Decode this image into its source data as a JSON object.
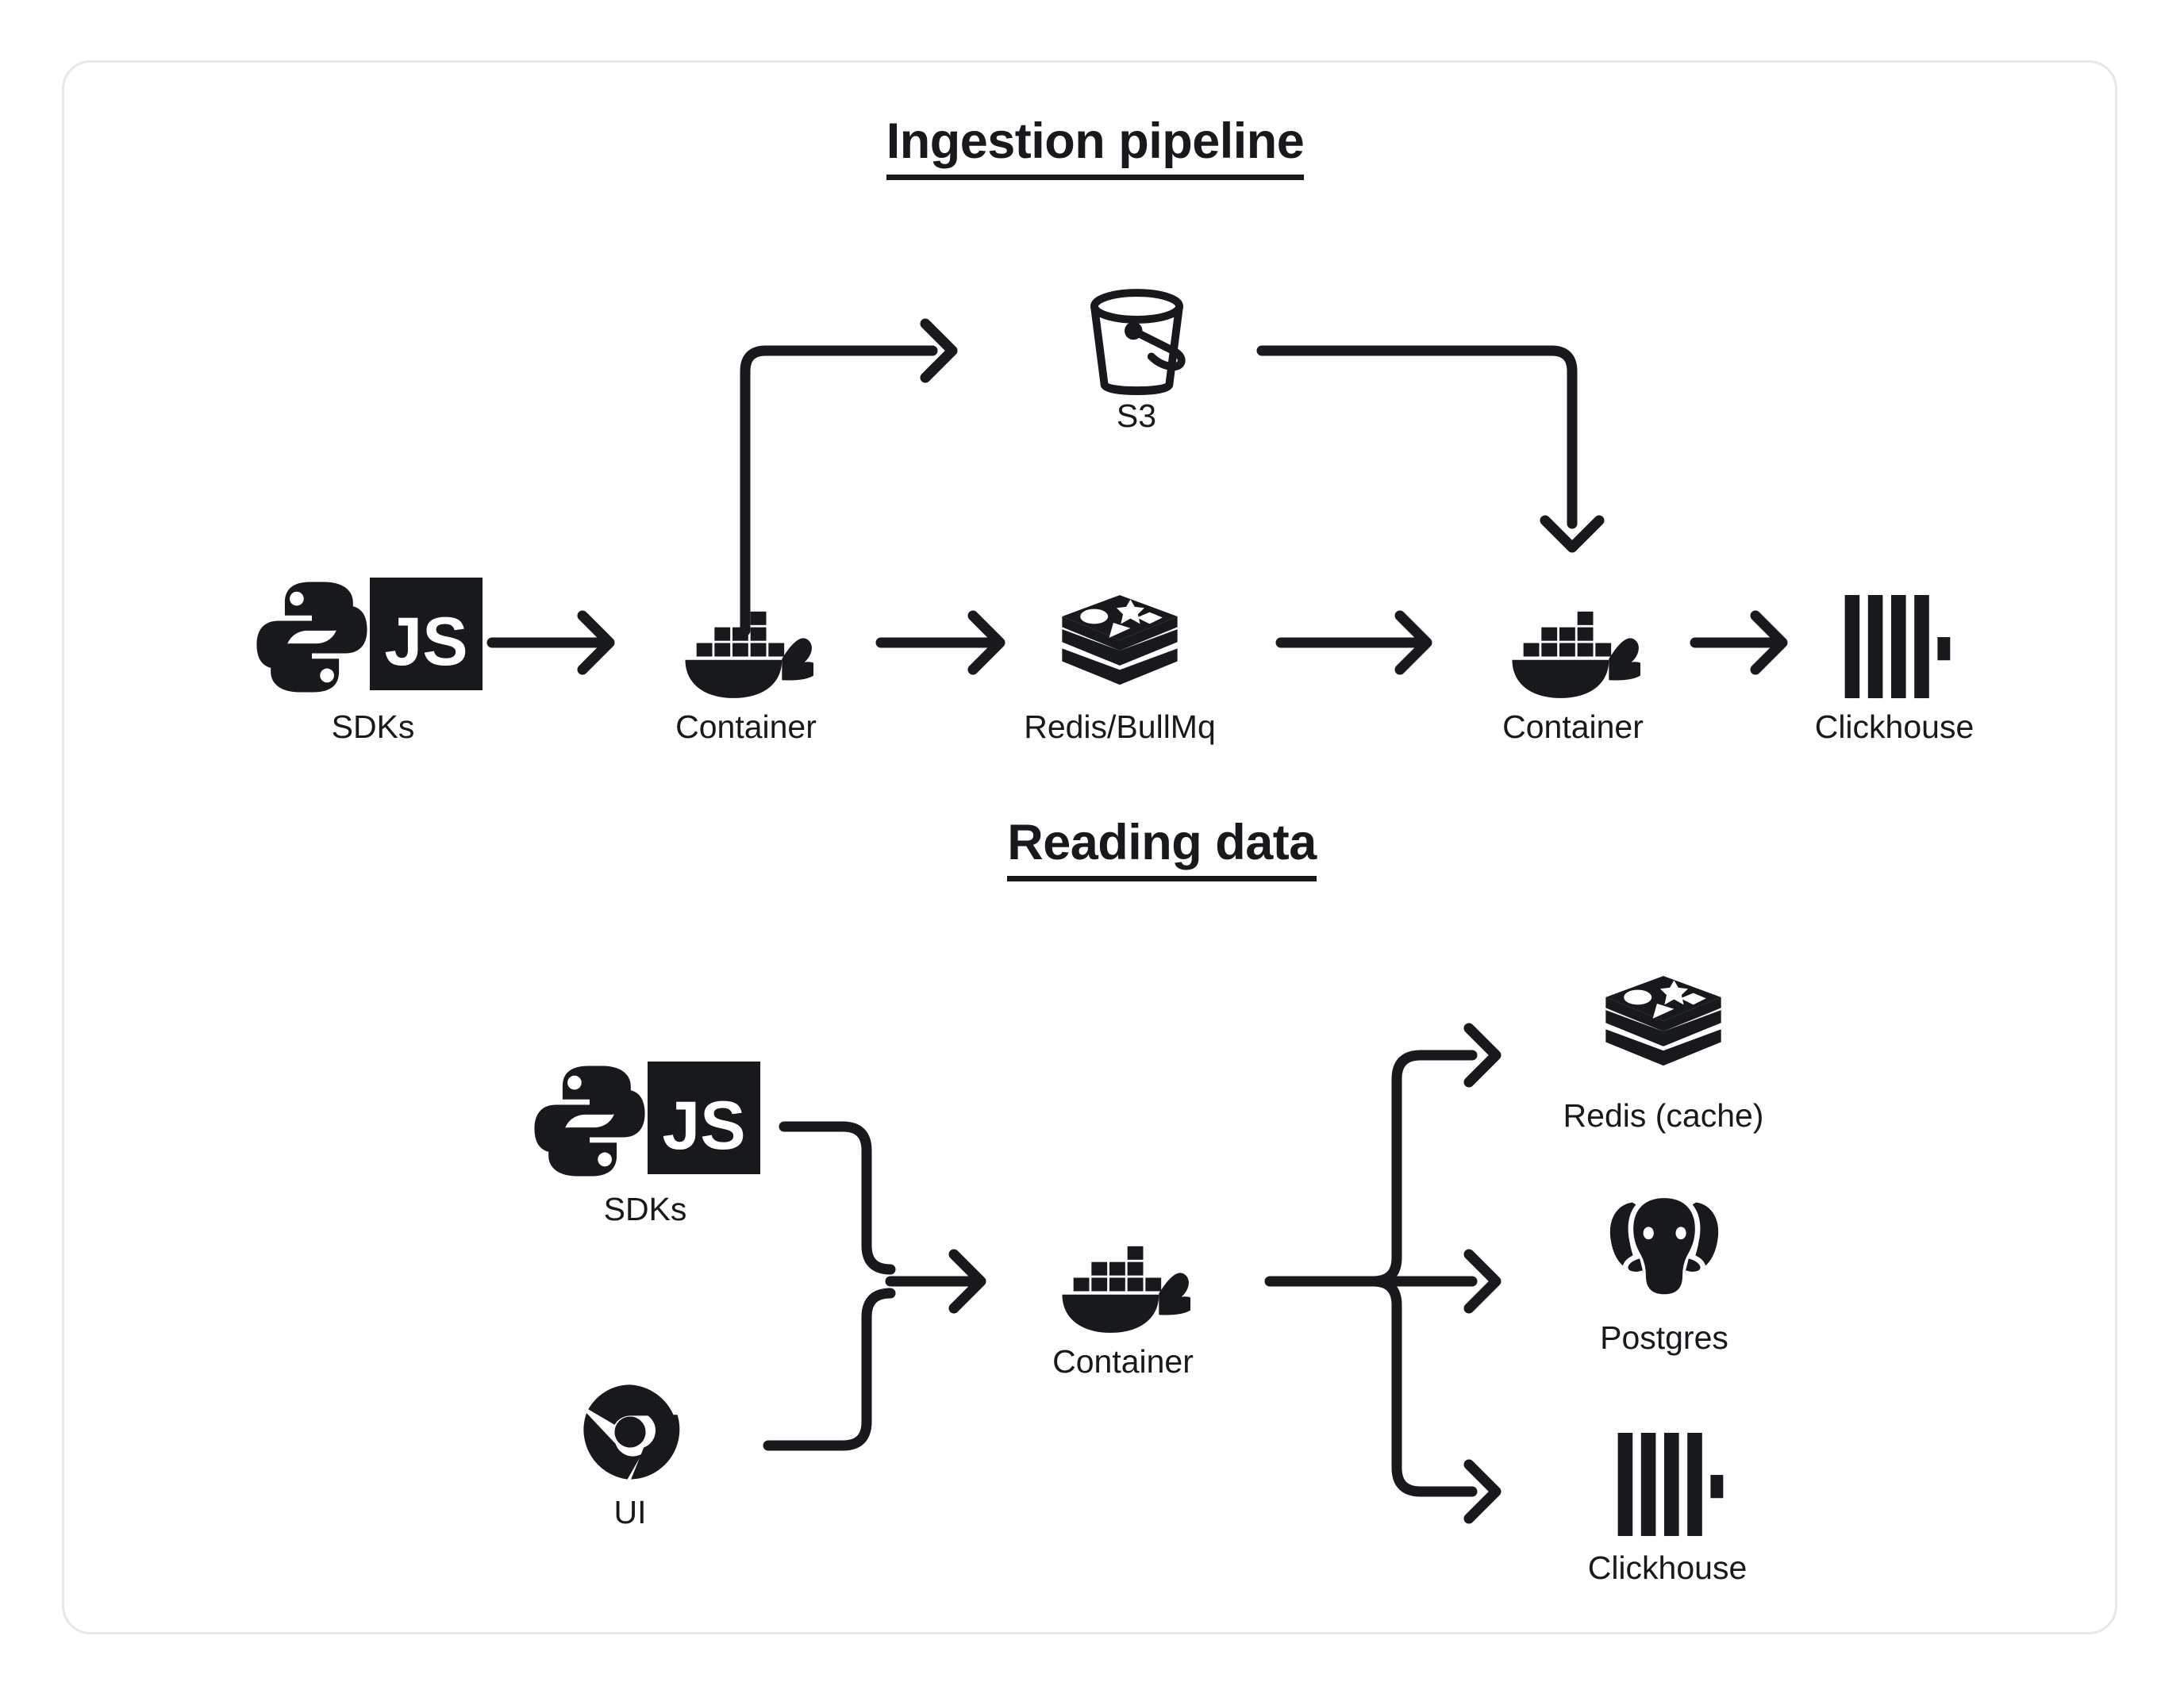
{
  "card": {
    "background": "#ffffff",
    "border_color": "#e7e7e7",
    "ink_color": "#17191c"
  },
  "sections": [
    {
      "id": "ingestion",
      "heading": "Ingestion pipeline",
      "nodes": [
        {
          "id": "sdks-1",
          "label": "SDKs",
          "icon": "python-js-sdk-icon"
        },
        {
          "id": "container-1",
          "label": "Container",
          "icon": "docker-whale-icon"
        },
        {
          "id": "s3",
          "label": "S3",
          "icon": "s3-bucket-icon"
        },
        {
          "id": "redis-bullmq",
          "label": "Redis/BullMq",
          "icon": "redis-stack-icon"
        },
        {
          "id": "container-2",
          "label": "Container",
          "icon": "docker-whale-icon"
        },
        {
          "id": "clickhouse-1",
          "label": "Clickhouse",
          "icon": "clickhouse-bars-icon"
        }
      ],
      "edges": [
        {
          "from": "sdks-1",
          "to": "container-1",
          "kind": "straight-arrow"
        },
        {
          "from": "container-1",
          "to": "s3",
          "kind": "elbow-up-right-arrow"
        },
        {
          "from": "container-1",
          "to": "redis-bullmq",
          "kind": "straight-arrow"
        },
        {
          "from": "s3",
          "to": "container-2",
          "kind": "elbow-right-down-arrow"
        },
        {
          "from": "redis-bullmq",
          "to": "container-2",
          "kind": "straight-arrow"
        },
        {
          "from": "container-2",
          "to": "clickhouse-1",
          "kind": "straight-arrow"
        }
      ]
    },
    {
      "id": "reading",
      "heading": "Reading data",
      "nodes": [
        {
          "id": "sdks-2",
          "label": "SDKs",
          "icon": "python-js-sdk-icon"
        },
        {
          "id": "ui",
          "label": "UI",
          "icon": "chrome-browser-icon"
        },
        {
          "id": "container-3",
          "label": "Container",
          "icon": "docker-whale-icon"
        },
        {
          "id": "redis-cache",
          "label": "Redis (cache)",
          "icon": "redis-stack-icon"
        },
        {
          "id": "postgres",
          "label": "Postgres",
          "icon": "postgres-elephant-icon"
        },
        {
          "id": "clickhouse-2",
          "label": "Clickhouse",
          "icon": "clickhouse-bars-icon"
        }
      ],
      "edges": [
        {
          "from": "sdks-2",
          "to": "container-3",
          "kind": "merge-arrow"
        },
        {
          "from": "ui",
          "to": "container-3",
          "kind": "merge-arrow"
        },
        {
          "from": "container-3",
          "to": "redis-cache",
          "kind": "fanout-up-arrow"
        },
        {
          "from": "container-3",
          "to": "postgres",
          "kind": "fanout-straight-arrow"
        },
        {
          "from": "container-3",
          "to": "clickhouse-2",
          "kind": "fanout-down-arrow"
        }
      ]
    }
  ],
  "sdk_badge": {
    "js_text": "JS"
  }
}
